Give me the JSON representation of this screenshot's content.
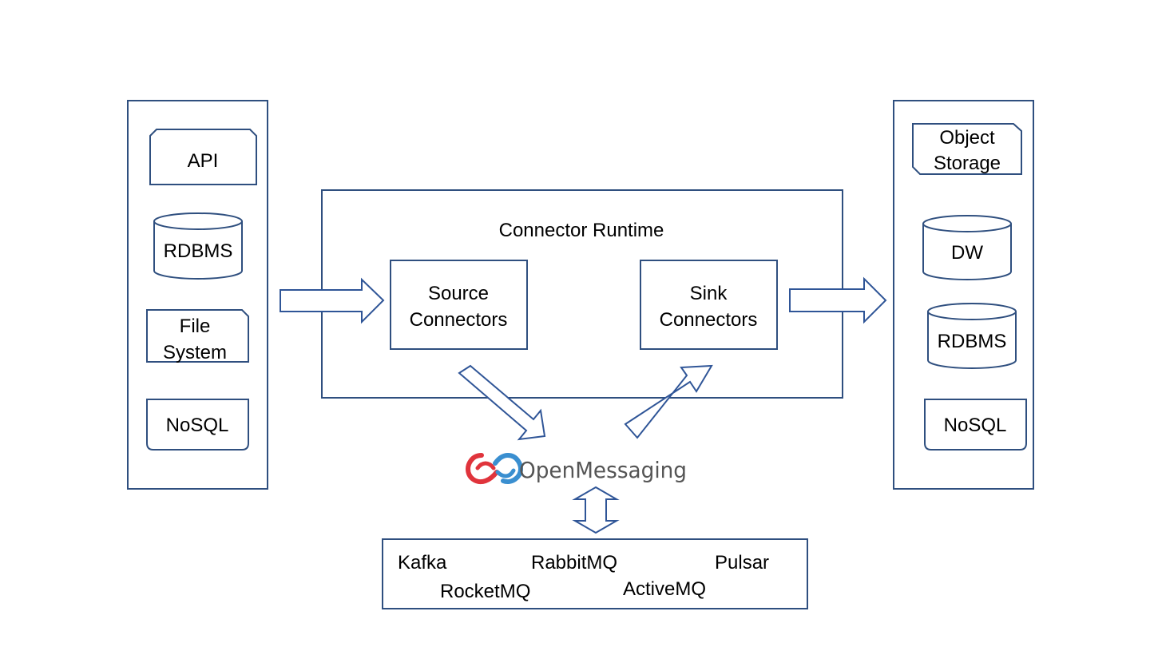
{
  "sources": {
    "api": "API",
    "rdbms": "RDBMS",
    "file_system": [
      "File",
      "System"
    ],
    "nosql": "NoSQL"
  },
  "runtime": {
    "title": "Connector Runtime",
    "source_connectors": [
      "Source",
      "Connectors"
    ],
    "sink_connectors": [
      "Sink",
      "Connectors"
    ]
  },
  "sinks": {
    "object_storage": [
      "Object",
      "Storage"
    ],
    "dw": "DW",
    "rdbms": "RDBMS",
    "nosql": "NoSQL"
  },
  "logo": {
    "text": "OpenMessaging",
    "colors": {
      "red": "#e0343c",
      "blue": "#3a8fd0",
      "text": "#555555"
    }
  },
  "brokers": [
    "Kafka",
    "RabbitMQ",
    "Pulsar",
    "RocketMQ",
    "ActiveMQ"
  ],
  "colors": {
    "stroke": "#2f4f7f",
    "arrow": "#2f5597",
    "text": "#000000"
  }
}
